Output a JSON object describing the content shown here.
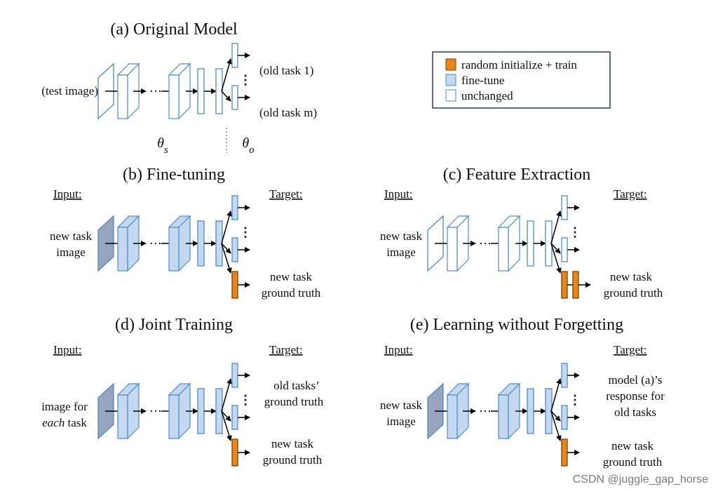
{
  "colors": {
    "random_fill": "#e8861a",
    "random_stroke": "#7a4200",
    "finetune_fill": "#c5d8f2",
    "unchanged_fill": "#ffffff",
    "layer_stroke": "#4d8cc8",
    "input_fill": "#98a4bd",
    "legend_border": "#1c2e5a",
    "divider": "#7f7f7f"
  },
  "legend": {
    "items": [
      {
        "label": "random initialize + train",
        "style": "random"
      },
      {
        "label": "fine-tune",
        "style": "finetune"
      },
      {
        "label": "unchanged",
        "style": "unchanged"
      }
    ]
  },
  "panels": {
    "a": {
      "title": "(a) Original Model",
      "input_label": "(test image)",
      "outputs": [
        "(old task 1)",
        "(old task m)"
      ],
      "dots": "⋯",
      "vdots": "⋮",
      "theta_shared": "θs",
      "theta_old": "θo"
    },
    "b": {
      "title": "(b) Fine-tuning",
      "input_header": "Input:",
      "target_header": "Target:",
      "input_label": [
        "new task",
        "image"
      ],
      "target_label": [
        "new task",
        "ground truth"
      ],
      "dots": "⋯",
      "vdots": "⋮"
    },
    "c": {
      "title": "(c) Feature Extraction",
      "input_header": "Input:",
      "target_header": "Target:",
      "input_label": [
        "new task",
        "image"
      ],
      "target_label": [
        "new task",
        "ground truth"
      ],
      "dots": "⋯",
      "vdots": "⋮"
    },
    "d": {
      "title": "(d) Joint Training",
      "input_header": "Input:",
      "target_header": "Target:",
      "input_label": [
        "image for",
        "each task"
      ],
      "old_target_label": [
        "old tasks’",
        "ground truth"
      ],
      "target_label": [
        "new task",
        "ground truth"
      ],
      "dots": "⋯",
      "vdots": "⋮"
    },
    "e": {
      "title": "(e) Learning without Forgetting",
      "input_header": "Input:",
      "target_header": "Target:",
      "input_label": [
        "new task",
        "image"
      ],
      "old_target_label": [
        "model (a)’s",
        "response for",
        "old tasks"
      ],
      "target_label": [
        "new task",
        "ground truth"
      ],
      "dots": "⋯",
      "vdots": "⋮"
    }
  },
  "watermark": "CSDN @juggle_gap_horse"
}
